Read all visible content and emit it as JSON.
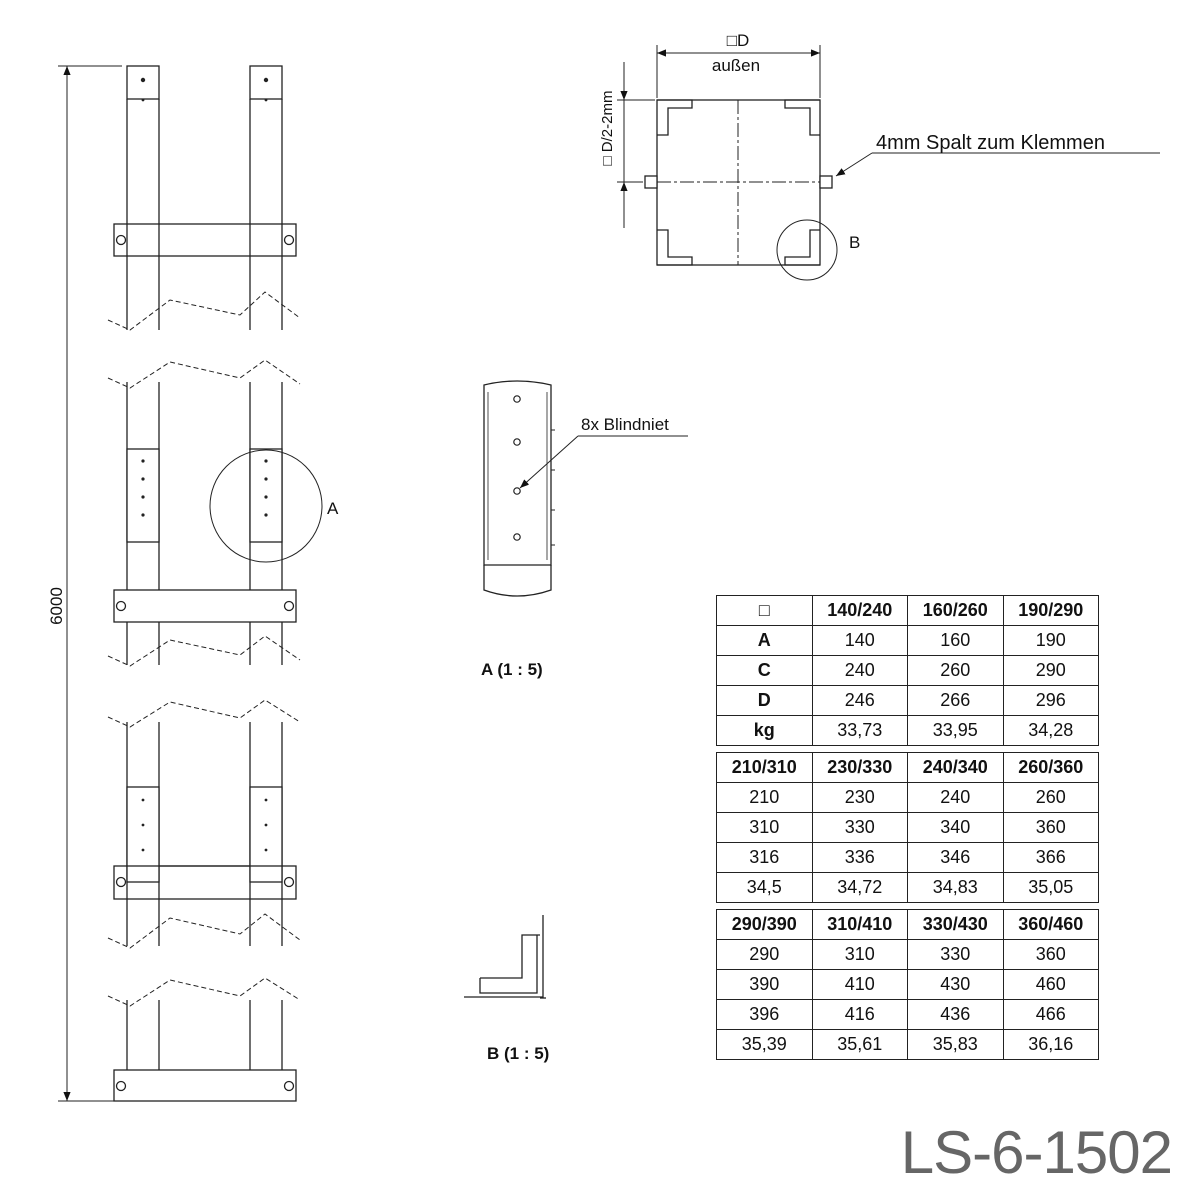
{
  "side_view": {
    "height_label": "6000",
    "detail_circle_label": "A"
  },
  "cross_section": {
    "width_label": "□D",
    "width_sublabel": "außen",
    "offset_label": "□ D/2-2mm",
    "gap_note": "4mm Spalt zum Klemmen",
    "detail_circle_label": "B"
  },
  "detail_a": {
    "rivet_note": "8x Blindniet",
    "caption": "A (1 : 5)"
  },
  "detail_b": {
    "caption": "B (1 : 5)"
  },
  "spec_tables": [
    {
      "header": [
        "□",
        "140/240",
        "160/260",
        "190/290"
      ],
      "rows": [
        {
          "label": "A",
          "values": [
            "140",
            "160",
            "190"
          ]
        },
        {
          "label": "C",
          "values": [
            "240",
            "260",
            "290"
          ]
        },
        {
          "label": "D",
          "values": [
            "246",
            "266",
            "296"
          ]
        },
        {
          "label": "kg",
          "values": [
            "33,73",
            "33,95",
            "34,28"
          ]
        }
      ]
    },
    {
      "header": [
        "210/310",
        "230/330",
        "240/340",
        "260/360"
      ],
      "rows": [
        {
          "values": [
            "210",
            "230",
            "240",
            "260"
          ]
        },
        {
          "values": [
            "310",
            "330",
            "340",
            "360"
          ]
        },
        {
          "values": [
            "316",
            "336",
            "346",
            "366"
          ]
        },
        {
          "values": [
            "34,5",
            "34,72",
            "34,83",
            "35,05"
          ]
        }
      ]
    },
    {
      "header": [
        "290/390",
        "310/410",
        "330/430",
        "360/460"
      ],
      "rows": [
        {
          "values": [
            "290",
            "310",
            "330",
            "360"
          ]
        },
        {
          "values": [
            "390",
            "410",
            "430",
            "460"
          ]
        },
        {
          "values": [
            "396",
            "416",
            "436",
            "466"
          ]
        },
        {
          "values": [
            "35,39",
            "35,61",
            "35,83",
            "36,16"
          ]
        }
      ]
    }
  ],
  "drawing_number": "LS-6-1502"
}
